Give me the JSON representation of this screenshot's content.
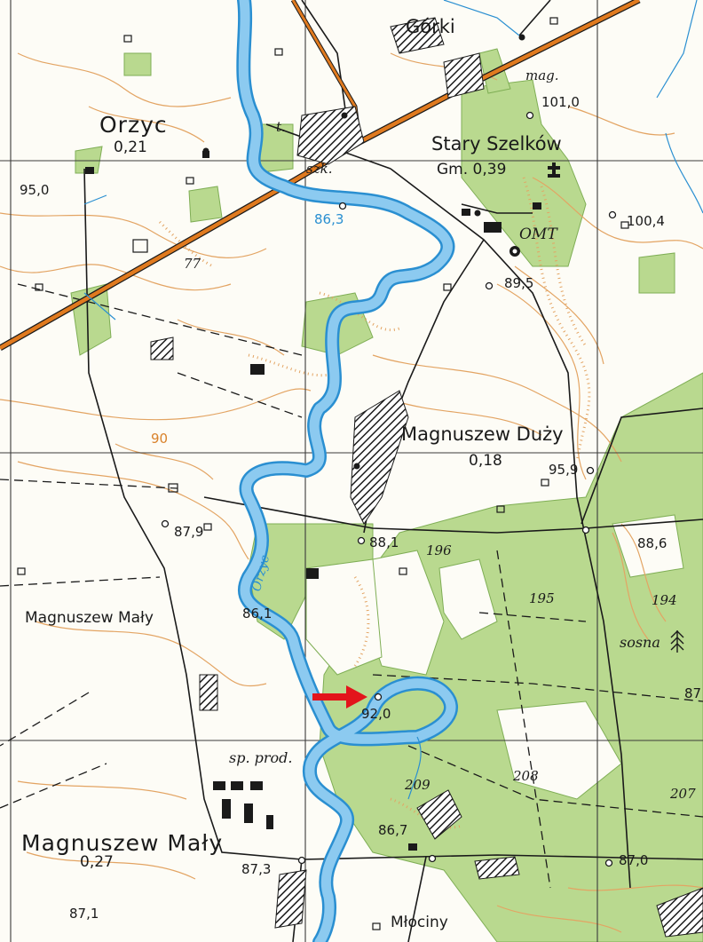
{
  "map": {
    "colors": {
      "paper": "#fdfcf6",
      "forest": "#b9d98f",
      "water": "#5fb2e6",
      "water_edge": "#2a8fd1",
      "contour": "#e3a463",
      "road_main": "#e07a1f",
      "grid": "#3a3a3a",
      "arrow": "#e3141b"
    },
    "places": {
      "gorki": "Górki",
      "orzyc": "Orzyc",
      "orzyc_pop": "0,21",
      "stary_szelkow": "Stary Szelków",
      "gm": "Gm. 0,39",
      "magnuszew_duzy": "Magnuszew Duży",
      "magnuszew_duzy_pop": "0,18",
      "magnuszew_maly_small": "Magnuszew Mały",
      "magnuszew_maly": "Magnuszew Mały",
      "magnuszew_maly_pop": "0,27",
      "mlociny": "Młociny"
    },
    "abbreviations": {
      "mag": "mag.",
      "szk": "szk.",
      "t": "t.",
      "omt": "OMT",
      "sp_prod": "sp. prod.",
      "sosna": "sosna"
    },
    "elevations": {
      "e101_0": "101,0",
      "e95_0": "95,0",
      "e86_3": "86,3",
      "e100_4": "100,4",
      "e89_5": "89,5",
      "e77": "77",
      "e90": "90",
      "e95_9": "95,9",
      "e87_9": "87,9",
      "e88_1": "88,1",
      "e88_6": "88,6",
      "e86_1": "86,1",
      "e92_0": "92,0",
      "e87": "87",
      "e86_7": "86,7",
      "e87_3": "87,3",
      "e87_0": "87,0",
      "e87_1": "87,1"
    },
    "forest_numbers": {
      "f196": "196",
      "f195": "195",
      "f194": "194",
      "f209": "209",
      "f208": "208",
      "f207": "207"
    },
    "river_name": "Orzyc",
    "icons": {
      "tree": "coniferous-tree-icon",
      "arrow": "red-arrow-icon",
      "church": "church-icon"
    }
  }
}
